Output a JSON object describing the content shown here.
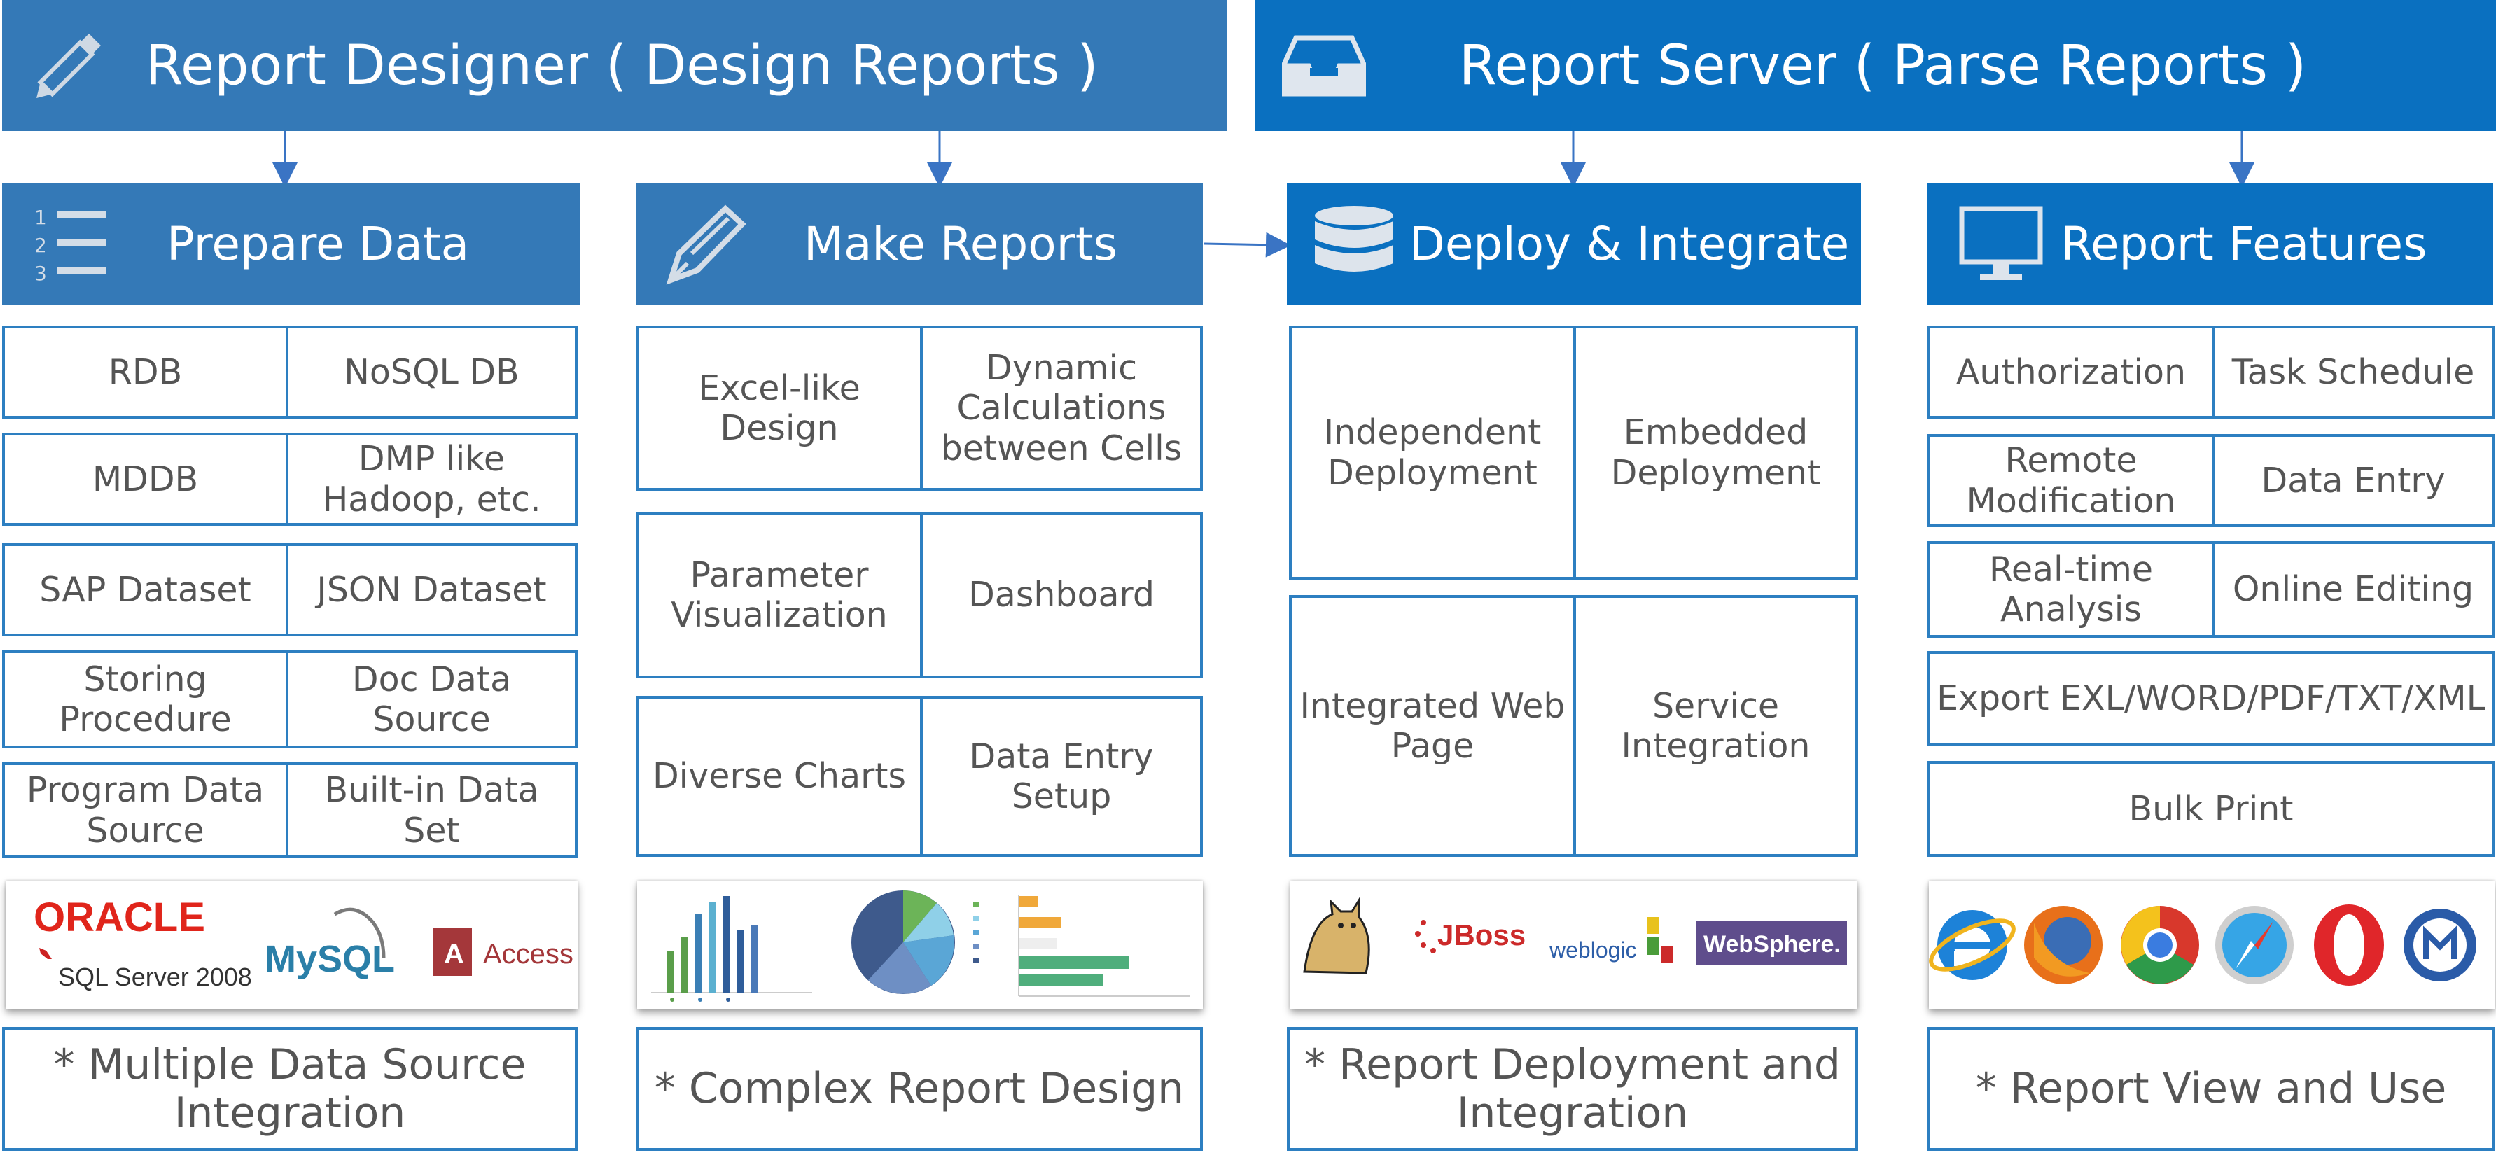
{
  "banners": {
    "designer": {
      "title": "Report Designer ( Design Reports )",
      "icon": "pencil-icon"
    },
    "server": {
      "title": "Report Server ( Parse Reports )",
      "icon": "inbox-tray-icon"
    }
  },
  "columns": [
    {
      "title": "Prepare Data",
      "icon": "numbered-list-icon",
      "rows": [
        [
          "RDB",
          "NoSQL DB"
        ],
        [
          "MDDB",
          "DMP like Hadoop, etc."
        ],
        [
          "SAP Dataset",
          "JSON Dataset"
        ],
        [
          "Storing Procedure",
          "Doc Data Source"
        ],
        [
          "Program Data Source",
          "Built-in Data Set"
        ]
      ],
      "logos": [
        "ORACLE",
        "SQL Server 2008",
        "MySQL",
        "Access"
      ],
      "summary": "* Multiple Data Source Integration"
    },
    {
      "title": "Make Reports",
      "icon": "edit-pen-icon",
      "rows": [
        [
          "Excel-like Design",
          "Dynamic Calculations between Cells"
        ],
        [
          "Parameter Visualization",
          "Dashboard"
        ],
        [
          "Diverse Charts",
          "Data Entry Setup"
        ]
      ],
      "logos": [],
      "summary": "* Complex Report Design"
    },
    {
      "title": "Deploy & Integrate",
      "icon": "database-icon",
      "rows": [
        [
          "Independent Deployment",
          "Embedded Deployment"
        ],
        [
          "Integrated Web Page",
          "Service Integration"
        ]
      ],
      "logos": [
        "JBoss",
        "weblogic",
        "WebSphere."
      ],
      "summary": "* Report Deployment and Integration"
    },
    {
      "title": "Report Features",
      "icon": "monitor-icon",
      "rows": [
        [
          "Authorization",
          "Task Schedule"
        ],
        [
          "Remote Modification",
          "Data Entry"
        ],
        [
          "Real-time Analysis",
          "Online Editing"
        ],
        [
          "Export EXL/WORD/PDF/TXT/XML"
        ],
        [
          "Bulk Print"
        ]
      ],
      "logos": [],
      "summary": "* Report View and Use"
    }
  ],
  "colors": {
    "designer_blue": "#3479b7",
    "server_blue": "#0a70c0",
    "border": "#2d7fc1",
    "text": "#555555"
  }
}
